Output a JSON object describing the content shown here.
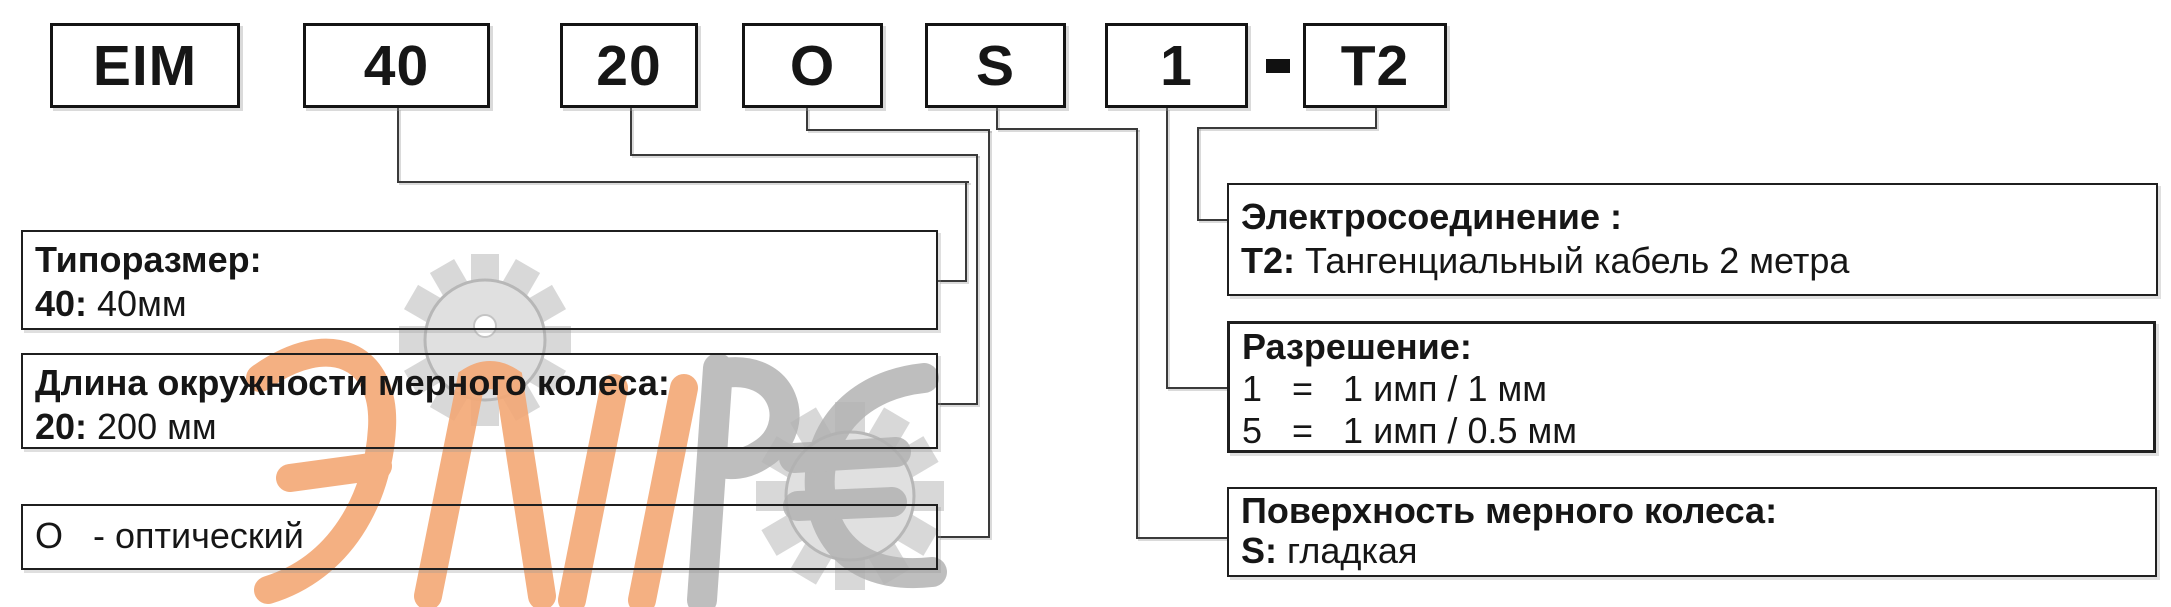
{
  "code_row": {
    "boxes": [
      {
        "label": "EIM"
      },
      {
        "label": "40"
      },
      {
        "label": "20"
      },
      {
        "label": "O"
      },
      {
        "label": "S"
      },
      {
        "label": "1"
      },
      {
        "label": "T2"
      }
    ],
    "separator": "-"
  },
  "left_boxes": [
    {
      "title": "Типоразмер:",
      "line_bold": "40:",
      "line_rest": " 40мм"
    },
    {
      "title": "Длина окружности мерного колеса:",
      "line_bold": "20:",
      "line_rest": " 200 мм"
    },
    {
      "title": "",
      "line_bold": "",
      "line_rest": "О   - оптический"
    }
  ],
  "right_boxes": [
    {
      "title": "Электросоединение :",
      "lines": [
        {
          "bold": "Т2:",
          "rest": " Тангенциальный кабель 2 метра"
        }
      ]
    },
    {
      "title": "Разрешение:",
      "lines": [
        {
          "bold": "",
          "rest": "1   =   1 имп / 1 мм"
        },
        {
          "bold": "",
          "rest": "5   =   1 имп / 0.5 мм"
        }
      ]
    },
    {
      "title": "Поверхность мерного колеса:",
      "lines": [
        {
          "bold": "S:",
          "rest": " гладкая"
        }
      ]
    }
  ],
  "watermark": {
    "letters": "ЭЛРЕ",
    "orange": "#F2A36E",
    "grey": "#ADADAD"
  },
  "colors": {
    "line": "#3A3A3A",
    "border": "#1C1C1C",
    "text": "#161616",
    "background": "#FFFFFF"
  }
}
